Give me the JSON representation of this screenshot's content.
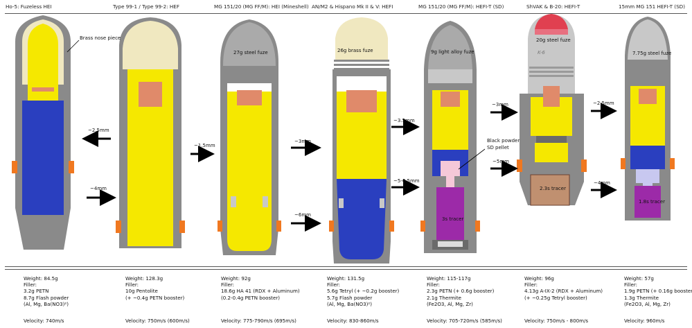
{
  "colors": {
    "steel": "#8a8a8a",
    "darksteel": "#5a5a5a",
    "fuze": "#aaaaaa",
    "yellow": "#f5e800",
    "blue": "#2a3fbf",
    "cream": "#f0e8c0",
    "copper": "#e08a6a",
    "orange": "#f07820",
    "pink": "#f5c8d8",
    "purple": "#9c2aa8",
    "tracer": "#c080c0",
    "arrow": "#000000"
  },
  "shells": [
    {
      "title": "Ho-5: Fuzeless HEI",
      "specs": [
        "Weight: 84.5g",
        "Filler:",
        "3.2g PETN",
        "8.7g Flash powder",
        "(Al, Mg, Ba(NO3)²)"
      ],
      "velocity": "Velocity: 740m/s"
    },
    {
      "title": "Type 99-1 / Type 99-2: HEF",
      "specs": [
        "Weight: 128.3g",
        "Filler:",
        "10g Pentolite",
        "(+ ~0.4g PETN booster)"
      ],
      "velocity": "Velocity: 750m/s (600m/s)"
    },
    {
      "title": "MG 151/20 (MG FF/M): HEI (Mineshell)",
      "specs": [
        "Weight: 92g",
        "Filler:",
        "18.6g HA 41 (RDX + Aluminum)",
        "(0.2-0.4g PETN booster)"
      ],
      "velocity": "Velocity: 775-790m/s (695m/s)"
    },
    {
      "title": "AN/M2 & Hispano Mk II & V: HEFI",
      "specs": [
        "Weight: 131.5g",
        "Filler:",
        "5.6g Tetryl (+ ~0.2g booster)",
        "5.7g Flash powder",
        "(Al, Mg, Ba(NO3)²)"
      ],
      "velocity": "Velocity: 830-860m/s"
    },
    {
      "title": "MG 151/20 (MG FF/M): HEFI-T (SD)",
      "specs": [
        "Weight: 115-117g",
        "Filler:",
        "2.3g PETN (+ 0.6g booster)",
        "2.1g Thermite",
        "(Fe2O3, Al, Mg, Zr)"
      ],
      "velocity": "Velocity: 705-720m/s (585m/s)"
    },
    {
      "title": "ShVAK & B-20: HEFI-T",
      "specs": [
        "Weight: 96g",
        "Filler:",
        "4.13g A-IX-2 (RDX + Aluminum)",
        "(+ ~0.25g Tetryl booster)"
      ],
      "velocity": "Velocity: 750m/s - 800m/s"
    },
    {
      "title": "15mm MG 151 HEFI-T (SD)",
      "specs": [
        "Weight: 57g",
        "Filler:",
        "1.9g PETN (+ 0.16g booster)",
        "1.3g Thermite",
        "(Fe2O3, Al, Mg, Zr)"
      ],
      "velocity": "Velocity: 960m/s"
    }
  ],
  "labels": {
    "brass_nose": "Brass nose piece",
    "fuze_mg151_hei": "27g steel fuze",
    "fuze_hispano": "26g brass fuze",
    "fuze_mg151_heft": "9g light alloy fuze",
    "fuze_shvak": "20g steel fuze",
    "fuze_15mm": "7.75g steel fuze",
    "black_powder": "Black powder",
    "sd_pellet": "SD pellet",
    "tracer_3s": "3s tracer",
    "tracer_23s": "2.3s tracer",
    "tracer_18s": "1.8s tracer",
    "shvak_marking": "K-6",
    "m_25a": "~2.5mm",
    "m_4a": "~4mm",
    "m_15": "~1.5mm",
    "m_3a": "~3mm",
    "m_6": "~6mm",
    "m_35": "~3.5mm",
    "m_565": "~5-6.5mm",
    "m_3b": "~3mm",
    "m_5": "~5mm",
    "m_25b": "~2.5mm",
    "m_4b": "~4mm"
  }
}
